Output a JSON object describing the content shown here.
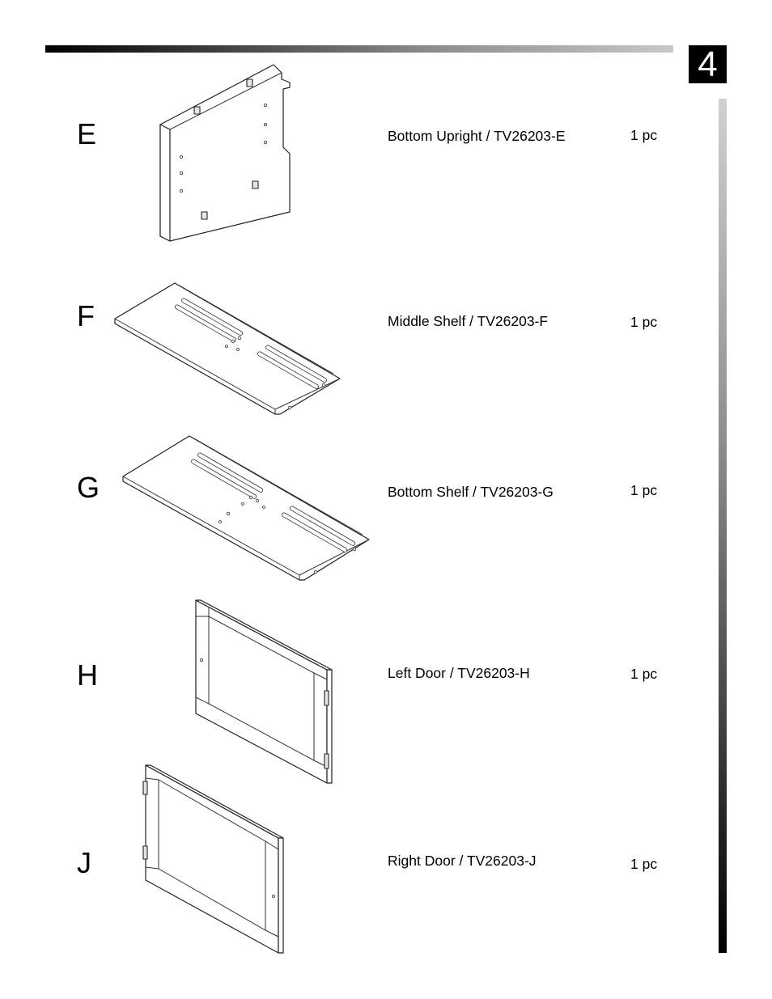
{
  "page": {
    "number": "4"
  },
  "parts": [
    {
      "letter": "E",
      "description": "Bottom Upright / TV26203-E",
      "quantity": "1 pc"
    },
    {
      "letter": "F",
      "description": "Middle Shelf / TV26203-F",
      "quantity": "1 pc"
    },
    {
      "letter": "G",
      "description": "Bottom Shelf / TV26203-G",
      "quantity": "1 pc"
    },
    {
      "letter": "H",
      "description": "Left Door / TV26203-H",
      "quantity": "1 pc"
    },
    {
      "letter": "J",
      "description": "Right Door / TV26203-J",
      "quantity": "1 pc"
    }
  ]
}
